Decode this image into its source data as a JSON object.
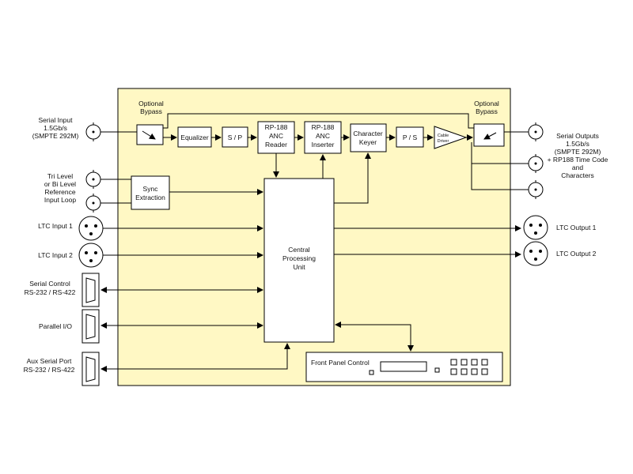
{
  "left": {
    "serial_input": [
      "Serial Input",
      "1.5Gb/s",
      "(SMPTE 292M)"
    ],
    "reference": [
      "Tri Level",
      "or Bi Level",
      "Reference",
      "Input Loop"
    ],
    "ltc_input_1": "LTC Input 1",
    "ltc_input_2": "LTC Input 2",
    "serial_control": [
      "Serial Control",
      "RS-232 / RS-422"
    ],
    "parallel_io": "Parallel I/O",
    "aux_serial": [
      "Aux Serial Port",
      "RS-232 / RS-422"
    ]
  },
  "right": {
    "serial_outputs": [
      "Serial Outputs",
      "1.5Gb/s",
      "(SMPTE 292M)",
      "+ RP188 Time Code",
      "and",
      "Characters"
    ],
    "ltc_output_1": "LTC Output 1",
    "ltc_output_2": "LTC Output 2"
  },
  "blocks": {
    "optional_bypass_in": [
      "Optional",
      "Bypass"
    ],
    "optional_bypass_out": [
      "Optional",
      "Bypass"
    ],
    "equalizer": "Equalizer",
    "sp": "S / P",
    "anc_reader": [
      "RP-188",
      "ANC",
      "Reader"
    ],
    "anc_inserter": [
      "RP-188",
      "ANC",
      "Inserter"
    ],
    "character_keyer": [
      "Character",
      "Keyer"
    ],
    "ps": "P / S",
    "cable_driver": [
      "Cable",
      "Driver"
    ],
    "sync_extraction": [
      "Sync",
      "Extraction"
    ],
    "cpu": [
      "Central",
      "Processing",
      "Unit"
    ],
    "front_panel": "Front Panel Control"
  },
  "colors": {
    "board": "#fff8c4",
    "line": "#000000",
    "block": "#ffffff"
  }
}
